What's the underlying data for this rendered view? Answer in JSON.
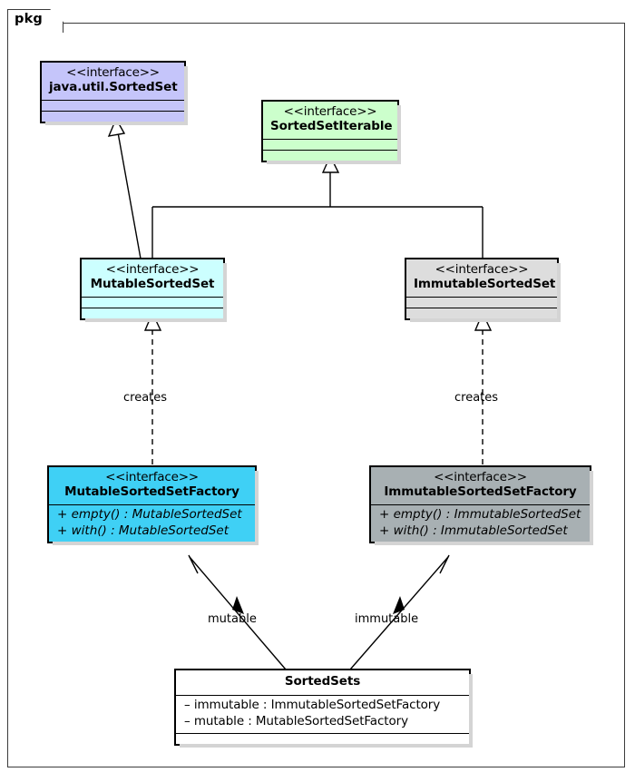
{
  "package": {
    "tab_label": "pkg"
  },
  "classes": [
    {
      "id": "java-util-sortedset",
      "stereotype": "<<interface>>",
      "name": "java.util.SortedSet",
      "color": "#C5C5FA",
      "members": []
    },
    {
      "id": "sortedsetiterable",
      "stereotype": "<<interface>>",
      "name": "SortedSetIterable",
      "color": "#CCFFCC",
      "members": []
    },
    {
      "id": "mutablesortedset",
      "stereotype": "<<interface>>",
      "name": "MutableSortedSet",
      "color": "#CCFFFF",
      "members": []
    },
    {
      "id": "immutablesortedset",
      "stereotype": "<<interface>>",
      "name": "ImmutableSortedSet",
      "color": "#DDDDDD",
      "members": []
    },
    {
      "id": "mutablesortedsetfactory",
      "stereotype": "<<interface>>",
      "name": "MutableSortedSetFactory",
      "color": "#3FD0F5",
      "members": [
        "+ empty() : MutableSortedSet",
        "+ with() : MutableSortedSet"
      ]
    },
    {
      "id": "immutablesortedsetfactory",
      "stereotype": "<<interface>>",
      "name": "ImmutableSortedSetFactory",
      "color": "#A8B0B3",
      "members": [
        "+ empty() : ImmutableSortedSet",
        "+ with() : ImmutableSortedSet"
      ]
    },
    {
      "id": "sortedsets",
      "stereotype": "",
      "name": "SortedSets",
      "color": "#FFFFFF",
      "members": [
        "– immutable : ImmutableSortedSetFactory",
        "– mutable : MutableSortedSetFactory"
      ]
    }
  ],
  "edge_labels": {
    "creates_left": "creates",
    "creates_right": "creates",
    "assoc_mutable": "mutable",
    "assoc_immutable": "immutable"
  },
  "colors": {
    "line": "#000000",
    "frame": "#3b3b3b",
    "shadow": "#d4d4d4",
    "background": "#ffffff"
  }
}
